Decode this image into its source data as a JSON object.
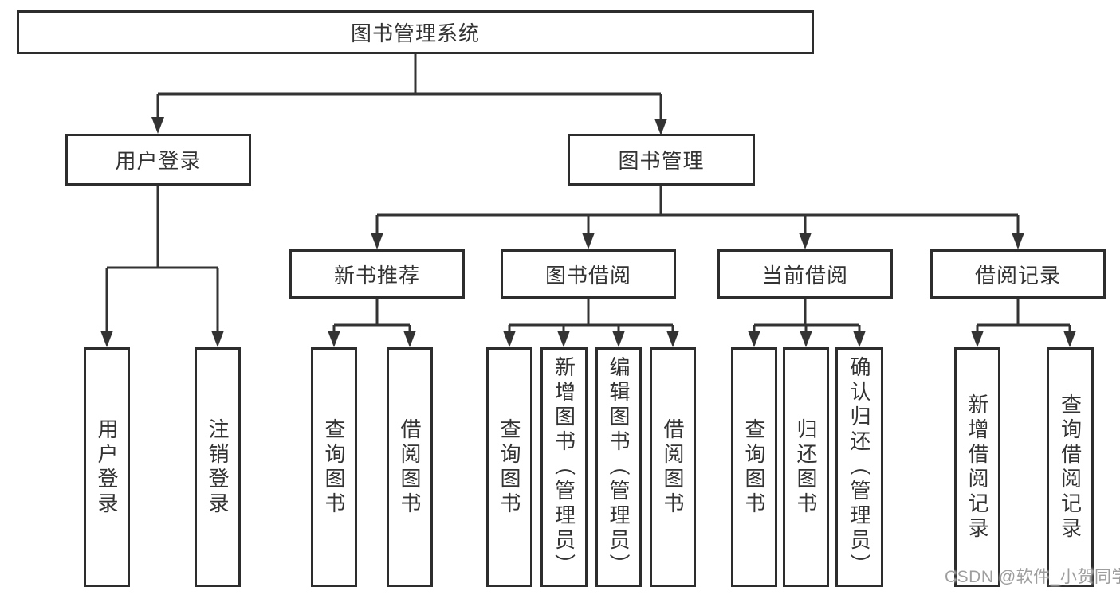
{
  "diagram_title": "图书管理系统",
  "watermark": "CSDN @软件_小贺同学",
  "colors": {
    "background": "#ffffff",
    "line": "#333333",
    "box_border": "#2d2d2d",
    "text": "#333333",
    "watermark": "#9e9e9e"
  },
  "tree": {
    "label": "图书管理系统",
    "children": [
      {
        "label": "用户登录",
        "children": [
          {
            "label": "用户登录"
          },
          {
            "label": "注销登录"
          }
        ]
      },
      {
        "label": "图书管理",
        "children": [
          {
            "label": "新书推荐",
            "children": [
              {
                "label": "查询图书"
              },
              {
                "label": "借阅图书"
              }
            ]
          },
          {
            "label": "图书借阅",
            "children": [
              {
                "label": "查询图书"
              },
              {
                "label": "新增图书（管理员）"
              },
              {
                "label": "编辑图书（管理员）"
              },
              {
                "label": "借阅图书"
              }
            ]
          },
          {
            "label": "当前借阅",
            "children": [
              {
                "label": "查询图书"
              },
              {
                "label": "归还图书"
              },
              {
                "label": "确认归还（管理员）"
              }
            ]
          },
          {
            "label": "借阅记录",
            "children": [
              {
                "label": "新增借阅记录"
              },
              {
                "label": "查询借阅记录"
              }
            ]
          }
        ]
      }
    ]
  }
}
